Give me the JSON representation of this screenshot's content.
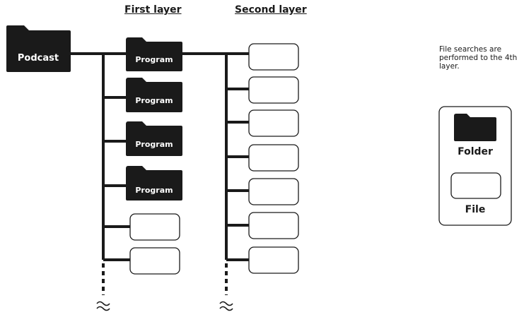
{
  "headers": {
    "first_layer": "First layer",
    "second_layer": "Second layer"
  },
  "root_folder": "Podcast",
  "first_layer_folders": [
    "Program",
    "Program",
    "Program",
    "Program"
  ],
  "note": "File searches are performed to the 4th layer.",
  "legend": {
    "folder_label": "Folder",
    "file_label": "File"
  },
  "colors": {
    "ink": "#1a1a1a",
    "background": "#ffffff"
  },
  "icons": {
    "folder": "folder-icon",
    "file": "file-icon",
    "continuation": "wavy-break-icon"
  }
}
